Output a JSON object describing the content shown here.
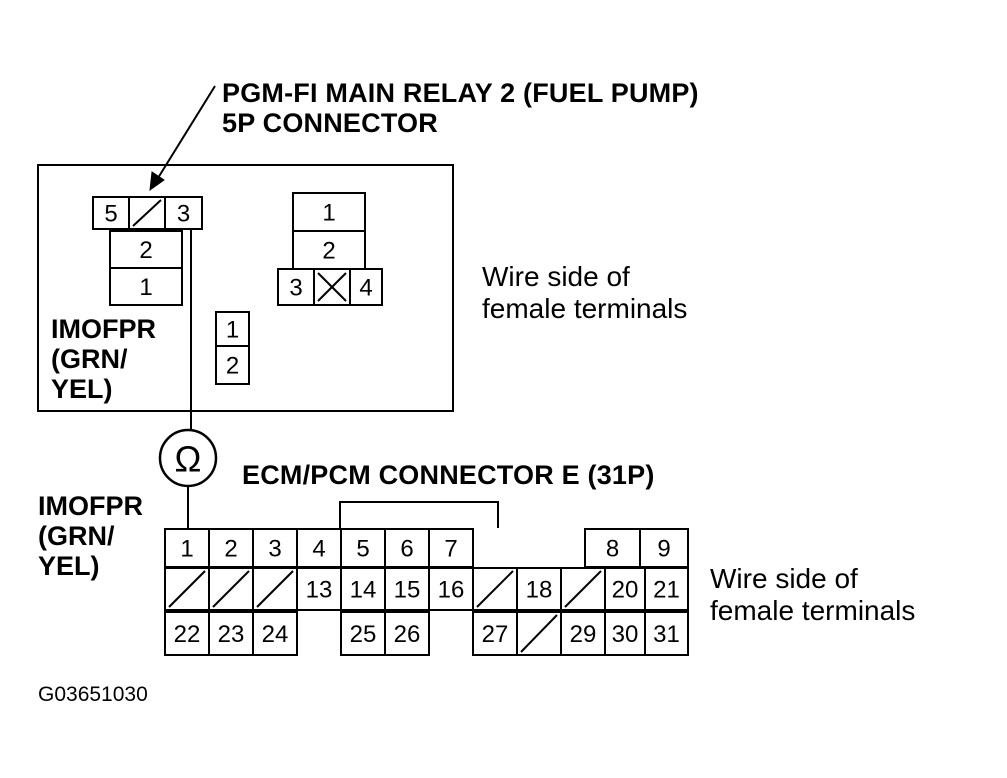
{
  "relay_connector": {
    "title_line1": "PGM-FI MAIN RELAY 2 (FUEL PUMP)",
    "title_line2": "5P CONNECTOR",
    "wire_label": [
      "IMOFPR",
      "(GRN/",
      "YEL)"
    ],
    "side_note": [
      "Wire side of",
      "female terminals"
    ],
    "block_a": [
      "5",
      "3",
      "2",
      "1"
    ],
    "block_b": [
      "1",
      "2",
      "3",
      "4"
    ],
    "block_c": [
      "1",
      "2"
    ]
  },
  "meter": {
    "symbol": "Ω",
    "icon": "ohmmeter-icon"
  },
  "ecm_connector": {
    "title": "ECM/PCM CONNECTOR E (31P)",
    "wire_label": [
      "IMOFPR",
      "(GRN/",
      "YEL)"
    ],
    "side_note": [
      "Wire side of",
      "female terminals"
    ],
    "row1": [
      "1",
      "2",
      "3",
      "4",
      "5",
      "6",
      "7",
      "8",
      "9"
    ],
    "row2": [
      "13",
      "14",
      "15",
      "16",
      "18",
      "20",
      "21"
    ],
    "row3": [
      "22",
      "23",
      "24",
      "25",
      "26",
      "27",
      "29",
      "30",
      "31"
    ]
  },
  "figure_code": "G03651030"
}
